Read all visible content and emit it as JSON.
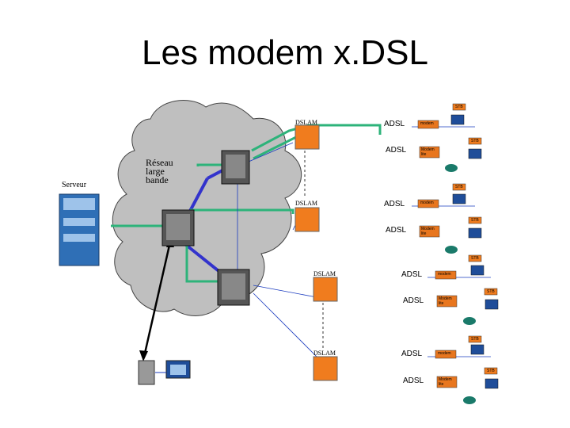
{
  "title": "Les modem x.DSL",
  "labels": {
    "serveur": "Serveur",
    "reseau": [
      "Réseau",
      "large",
      "bande"
    ]
  },
  "dslam_label": "DSLAM",
  "adsl_label": "ADSL",
  "modem_label": "modem",
  "stb_label": "STB",
  "modem_lite_label": [
    "Modem",
    "lite"
  ],
  "colors": {
    "cloud": "#bfbfbf",
    "link_green": "#2db37a",
    "link_blue": "#3333cc",
    "modem_orange": "#e8761e",
    "dslam_orange": "#f07c1e"
  }
}
